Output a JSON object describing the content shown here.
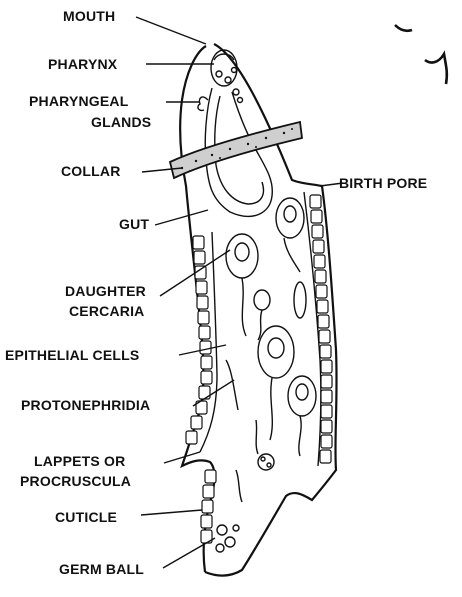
{
  "labels": {
    "mouth": "MOUTH",
    "pharynx": "PHARYNX",
    "pharyngeal_1": "PHARYNGEAL",
    "pharyngeal_2": "GLANDS",
    "collar": "COLLAR",
    "birth_pore": "BIRTH PORE",
    "gut": "GUT",
    "daughter_1": "DAUGHTER",
    "daughter_2": "CERCARIA",
    "epithelial": "EPITHELIAL CELLS",
    "protonephridia": "PROTONEPHRIDIA",
    "lappets_1": "LAPPETS OR",
    "lappets_2": "PROCRUSCULA",
    "cuticle": "CUTICLE",
    "germ_ball": "GERM BALL"
  }
}
